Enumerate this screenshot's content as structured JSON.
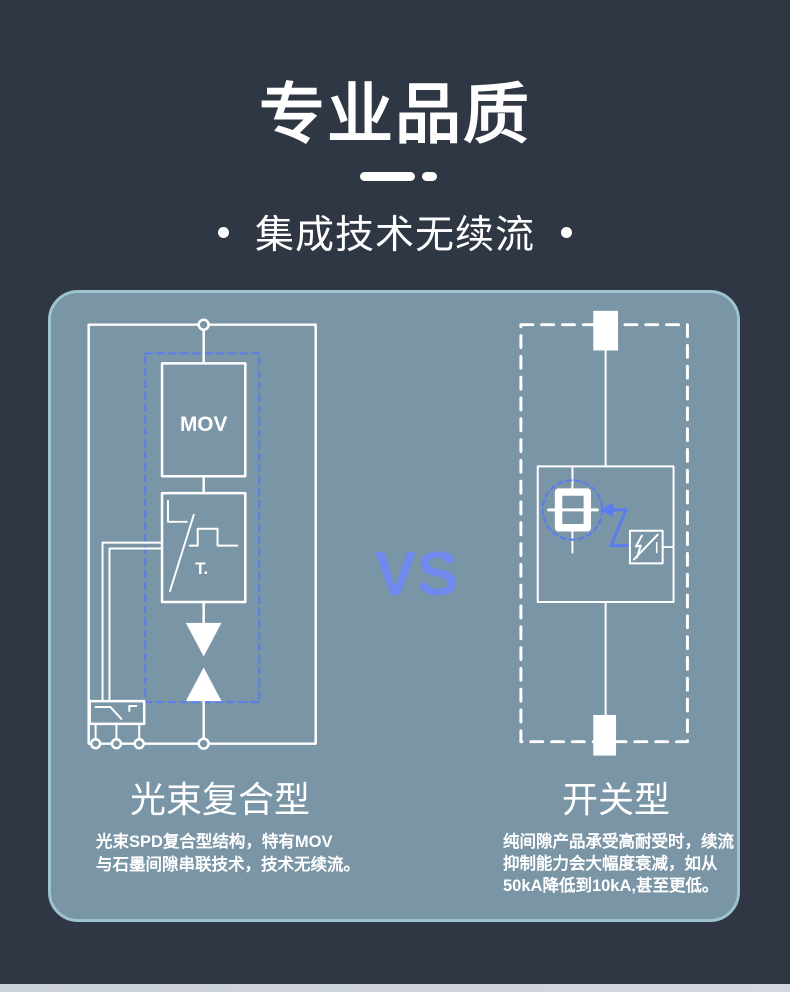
{
  "header": {
    "title": "专业品质",
    "subtitle": "集成技术无续流"
  },
  "versus": {
    "label": "VS"
  },
  "panel": {
    "left": {
      "caption": "光束复合型",
      "desc_line1": "光束SPD复合型结构，特有MOV",
      "desc_line2": "与石墨间隙串联技术，技术无续流。",
      "mov_label": "MOV",
      "trigger_label": "T.",
      "symbols": [
        "junction-node-icon",
        "mov-varistor-box",
        "trigger-box",
        "spark-gap-triangles-icon",
        "counter-device-icon"
      ]
    },
    "right": {
      "caption": "开关型",
      "desc_line1": "纯间隙产品承受高耐受时，续流",
      "desc_line2": "抑制能力会大幅度衰减，如从",
      "desc_line3": "50kA降低到10kA,甚至更低。",
      "symbols": [
        "terminal-block",
        "graphite-gap-icon",
        "arc-arrow-icon",
        "disconnector-lightning-box"
      ]
    }
  },
  "colors": {
    "background": "#2f3744",
    "panel_fill": "#7a95a5",
    "panel_border": "#9cc3ce",
    "line_white": "#ffffff",
    "accent_blue": "#6f89ee",
    "dashed_blue": "#5b7cee",
    "footer_strip": "#cfd4db"
  }
}
